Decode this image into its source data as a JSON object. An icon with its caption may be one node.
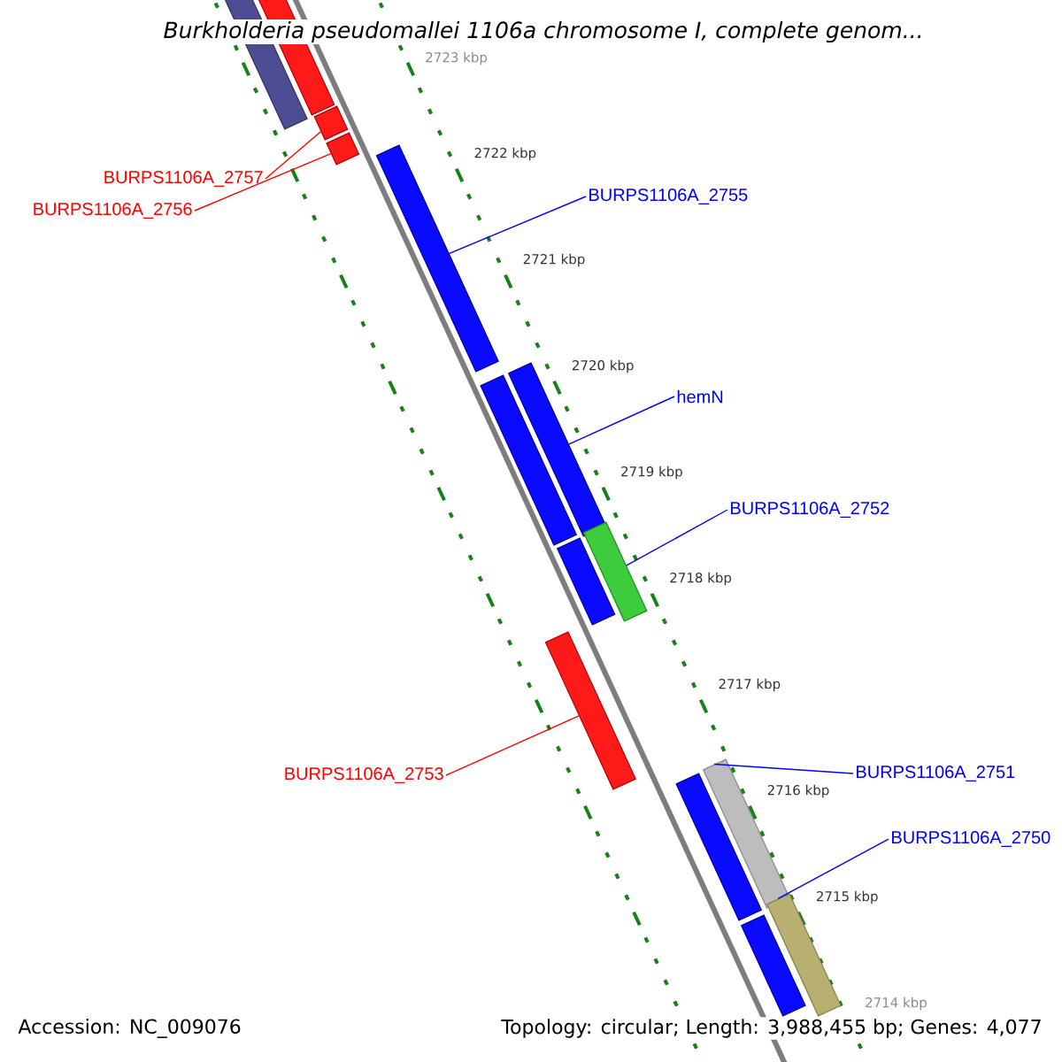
{
  "diagram": {
    "title": "Burkholderia pseudomallei 1106a chromosome I, complete genom...",
    "nodes": [
      {
        "text": [],
        "shape": "bar"
      },
      {
        "text": [],
        "shape": "bar"
      },
      {
        "text": [],
        "shape": "bar"
      },
      {
        "text": [],
        "shape": "bar"
      },
      {
        "text": [
          "BURPS1106A_2757"
        ]
      },
      {
        "text": [
          "BURPS1106A_2756"
        ]
      },
      {
        "text": [
          "BURPS1106A_2755"
        ]
      },
      {
        "text": [],
        "shape": "bar"
      },
      {
        "text": [],
        "shape": "bar"
      },
      {
        "text": [],
        "shape": "bar"
      },
      {
        "text": [
          "hemN"
        ]
      },
      {
        "text": [
          "BURPS1106A_2752"
        ]
      },
      {
        "text": [],
        "shape": "bar"
      },
      {
        "text": [],
        "shape": "bar"
      },
      {
        "text": [],
        "shape": "bar"
      },
      {
        "text": [
          "BURPS1106A_2753"
        ]
      },
      {
        "text": [
          "BURPS1106A_2751"
        ]
      },
      {
        "text": [],
        "shape": "bar"
      },
      {
        "text": [],
        "shape": "bar"
      },
      {
        "text": [
          "BURPS1106A_2750"
        ]
      },
      {
        "text": [],
        "shape": "bar"
      },
      {
        "text": [],
        "shape": "bar"
      }
    ],
    "edges": [
      {
        "from": 4,
        "to": 2,
        "arrow": "none",
        "color": "#ff0000"
      },
      {
        "from": 5,
        "to": 3,
        "arrow": "none",
        "color": "#ff0000"
      },
      {
        "from": 6,
        "to": 7,
        "arrow": "none"
      },
      {
        "from": 10,
        "to": 9,
        "arrow": "none"
      },
      {
        "from": 11,
        "to": 12,
        "arrow": "none"
      },
      {
        "from": 15,
        "to": 14,
        "arrow": "none",
        "color": "#ff0000"
      },
      {
        "from": 16,
        "to": 17,
        "arrow": "none"
      },
      {
        "from": 19,
        "to": 20,
        "arrow": "none"
      }
    ],
    "labels": [
      "2723 kbp",
      "2722 kbp",
      "2721 kbp",
      "2720 kbp",
      "2719 kbp",
      "2718 kbp",
      "2717 kbp",
      "2716 kbp",
      "2715 kbp",
      "2714 kbp",
      "Accession: NC_009076",
      "Topology: circular; Length: 3,988,455 bp; Genes: 4,077"
    ]
  }
}
